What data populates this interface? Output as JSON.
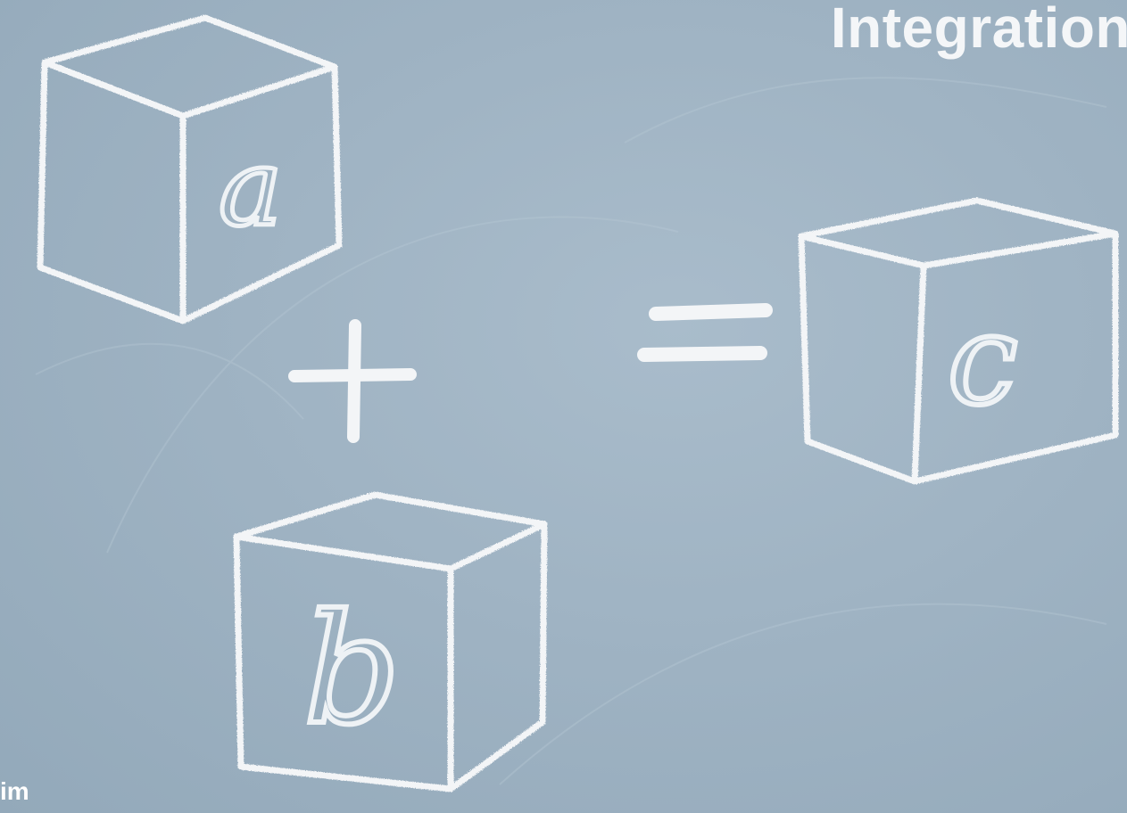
{
  "slide": {
    "title": "Integration",
    "corner_text": "im"
  },
  "drawing": {
    "cube_a_letter": "a",
    "cube_b_letter": "b",
    "cube_c_letter": "c",
    "plus_symbol": "+",
    "equals_symbol": "="
  },
  "colors": {
    "chalkboard": "#9fb3c3",
    "chalk": "#f3f5f7"
  }
}
